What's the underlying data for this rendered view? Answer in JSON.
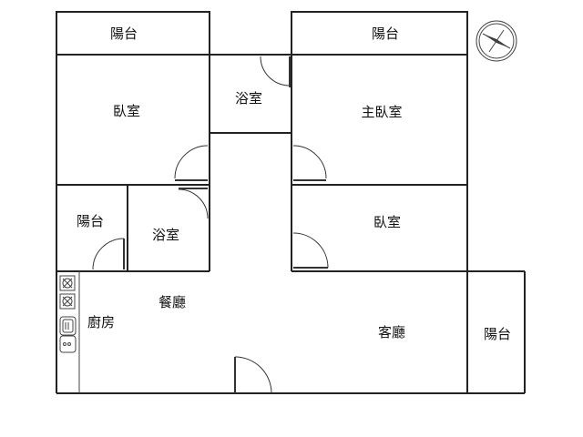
{
  "floor_plan": {
    "rooms": {
      "balcony_top_left": "陽台",
      "balcony_top_right": "陽台",
      "bedroom_left": "臥室",
      "bathroom_center": "浴室",
      "master_bedroom": "主臥室",
      "balcony_mid_left": "陽台",
      "bathroom_left": "浴室",
      "bedroom_right": "臥室",
      "dining_room": "餐廳",
      "kitchen": "廚房",
      "living_room": "客廳",
      "balcony_right": "陽台"
    },
    "compass_icon": "compass-rose-icon",
    "kitchen_fixtures": [
      "stove-burner-icon",
      "stove-burner-icon",
      "sink-icon",
      "sink-icon"
    ],
    "colors": {
      "line": "#222222",
      "background": "#ffffff"
    }
  }
}
